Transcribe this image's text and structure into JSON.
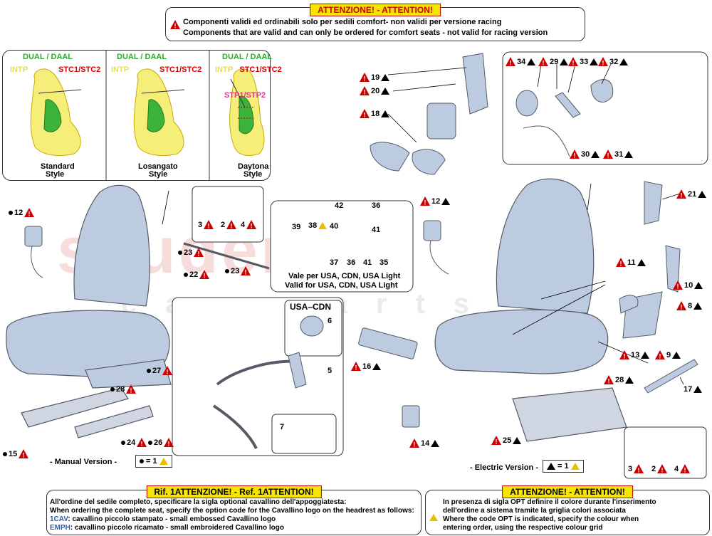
{
  "top_notice": {
    "title": "ATTENZIONE! - ATTENTION!",
    "line_it": "Componenti validi ed ordinabili solo per sedili comfort- non validi per versione racing",
    "line_en": "Components that are valid and can only be ordered for comfort seats - not valid for racing version"
  },
  "styles_panel": {
    "seats": [
      {
        "label_line1": "Standard",
        "label_line2": "Style",
        "dual": "DUAL / DAAL",
        "intp": "INTP",
        "stc": "STC1/STC2"
      },
      {
        "label_line1": "Losangato",
        "label_line2": "Style",
        "dual": "DUAL / DAAL",
        "intp": "INTP",
        "stc": "STC1/STC2"
      },
      {
        "label_line1": "Daytona",
        "label_line2": "Style",
        "dual": "DUAL / DAAL",
        "intp": "INTP",
        "stc": "STC1/STC2",
        "stp": "STP1/STP2"
      }
    ]
  },
  "parts": {
    "p2": "2",
    "p3": "3",
    "p4": "4",
    "p5": "5",
    "p6": "6",
    "p7": "7",
    "p8": "8",
    "p9": "9",
    "p10": "10",
    "p11": "11",
    "p12": "12",
    "p13": "13",
    "p14": "14",
    "p15": "15",
    "p16": "16",
    "p17": "17",
    "p18": "18",
    "p19": "19",
    "p20": "20",
    "p21": "21",
    "p22": "22",
    "p23": "23",
    "p24": "24",
    "p25": "25",
    "p26": "26",
    "p27": "27",
    "p28": "28",
    "p29": "29",
    "p30": "30",
    "p31": "31",
    "p32": "32",
    "p33": "33",
    "p34": "34",
    "p35": "35",
    "p36": "36",
    "p37": "37",
    "p38": "38",
    "p39": "39",
    "p40": "40",
    "p41": "41",
    "p42": "42"
  },
  "usa_box": {
    "line_it": "Vale per USA, CDN, USA Light",
    "line_en": "Valid for USA, CDN, USA Light"
  },
  "usa_cdn_label": "USA‒CDN",
  "manual_version": {
    "label": "- Manual Version -",
    "eq": "= 1"
  },
  "electric_version": {
    "label": "- Electric Version -",
    "eq": "= 1"
  },
  "ref_box": {
    "title": "Rif. 1ATTENZIONE! - Ref. 1ATTENTION!",
    "line1": "All'ordine del sedile completo, specificare la sigla optional cavallino dell'appoggiatesta:",
    "line2": "When ordering the complete seat, specify the option code for the Cavallino logo on the headrest as follows:",
    "code1": "1CAV",
    "code1_text": ": cavallino piccolo stampato - small embossed Cavallino logo",
    "code2": "EMPH",
    "code2_text": ": cavallino piccolo ricamato - small embroidered Cavallino logo"
  },
  "opt_box": {
    "title": "ATTENZIONE! - ATTENTION!",
    "line1": "In presenza di sigla OPT definire il colore durante l'inserimento",
    "line2": "dell'ordine a sistema tramite la griglia colori associata",
    "line3": "Where the code OPT is indicated, specify the colour when",
    "line4": "entering order, using the respective colour grid"
  },
  "colors": {
    "accent_red": "#cc1111",
    "yellow": "#f7e400",
    "seat_fill": "#b9c8dc",
    "seat_stroke": "#555a66",
    "green": "#2fa82f",
    "pink": "#e0338f"
  }
}
